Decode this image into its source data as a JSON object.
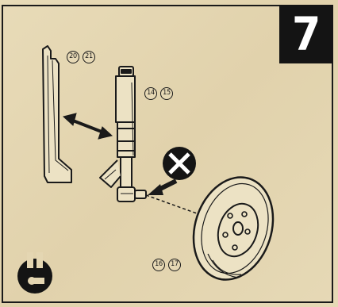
{
  "step": {
    "number": "7"
  },
  "callouts": {
    "strut_cover_a": "20",
    "strut_cover_b": "21",
    "strut_a": "14",
    "strut_b": "15",
    "wheel_a": "16",
    "wheel_b": "17"
  },
  "icons": {
    "no_glue": "no-glue-x-icon",
    "cement": "cement-icon",
    "push_arrow": "insert-arrow-icon",
    "fit_arrow": "double-headed-arrow-icon"
  },
  "colors": {
    "ink": "#1a1a1a",
    "paper": "#e4d6b2",
    "step_box": "#141414"
  }
}
